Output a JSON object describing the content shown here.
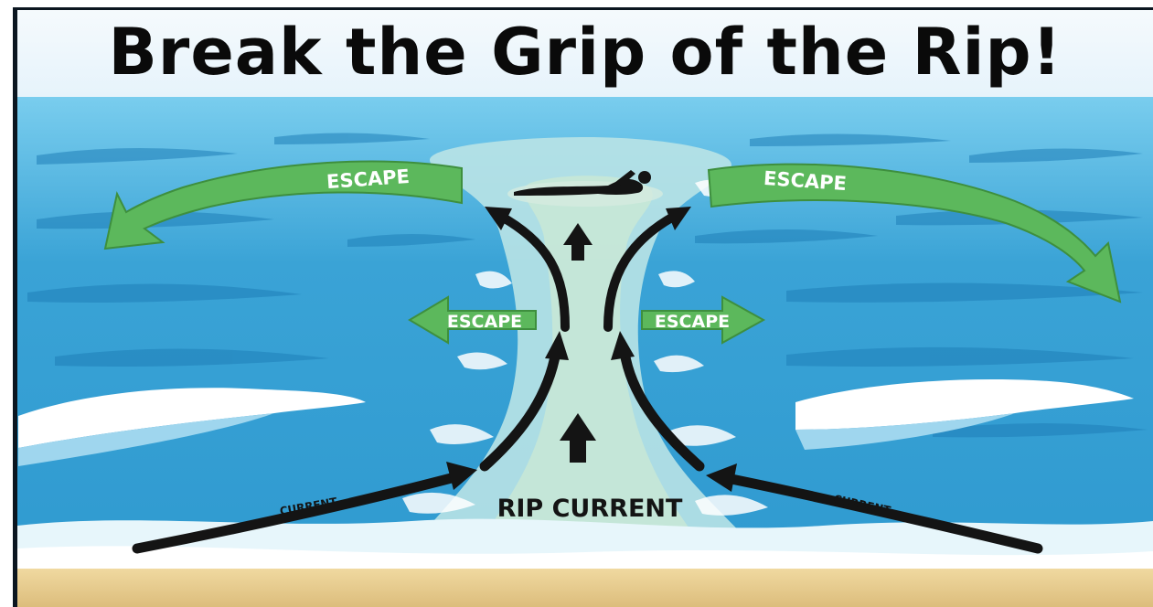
{
  "title": "Break the Grip of the Rip!",
  "labels": {
    "escape": "ESCAPE",
    "rip_current": "RIP CURRENT",
    "current": "CURRENT"
  },
  "colors": {
    "title_text": "#0a0a0a",
    "sky": "#eaf5fb",
    "ocean_deep": "#2a8fc6",
    "ocean_light": "#5cc0e6",
    "rip_water": "#bfe6e6",
    "foam": "#ffffff",
    "sand": "#e8cf93",
    "escape_arrow": "#5cb85c",
    "current_arrow": "#141414"
  },
  "icons": {
    "swimmer": "swimmer-icon"
  }
}
